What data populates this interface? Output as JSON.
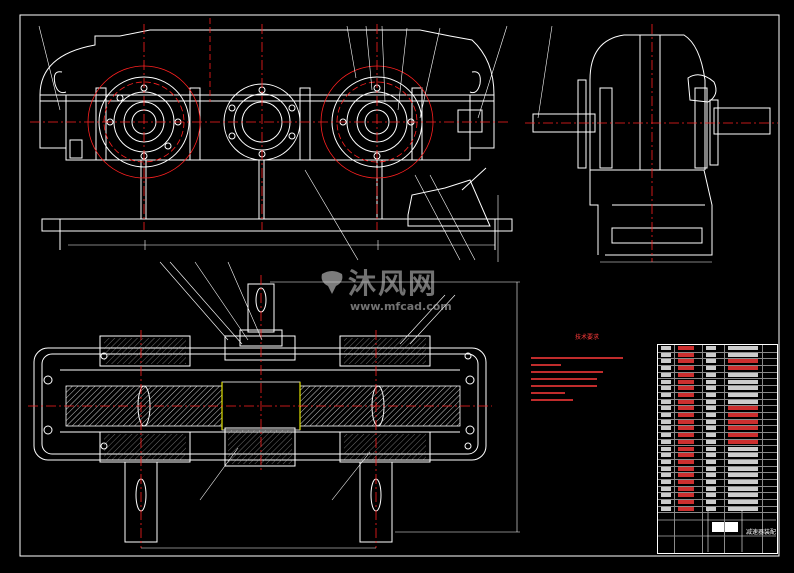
{
  "watermark": {
    "brand": "沐风网",
    "url": "www.mfcad.com"
  },
  "notes": {
    "title": "技术要求"
  },
  "title_block": {
    "drawing_name": "减速器装配"
  },
  "colors": {
    "background": "#000000",
    "geometry": "#ffffff",
    "centerline": "#ff2020",
    "hatch": "#c8c8c8",
    "dimension": "#ffffff"
  }
}
